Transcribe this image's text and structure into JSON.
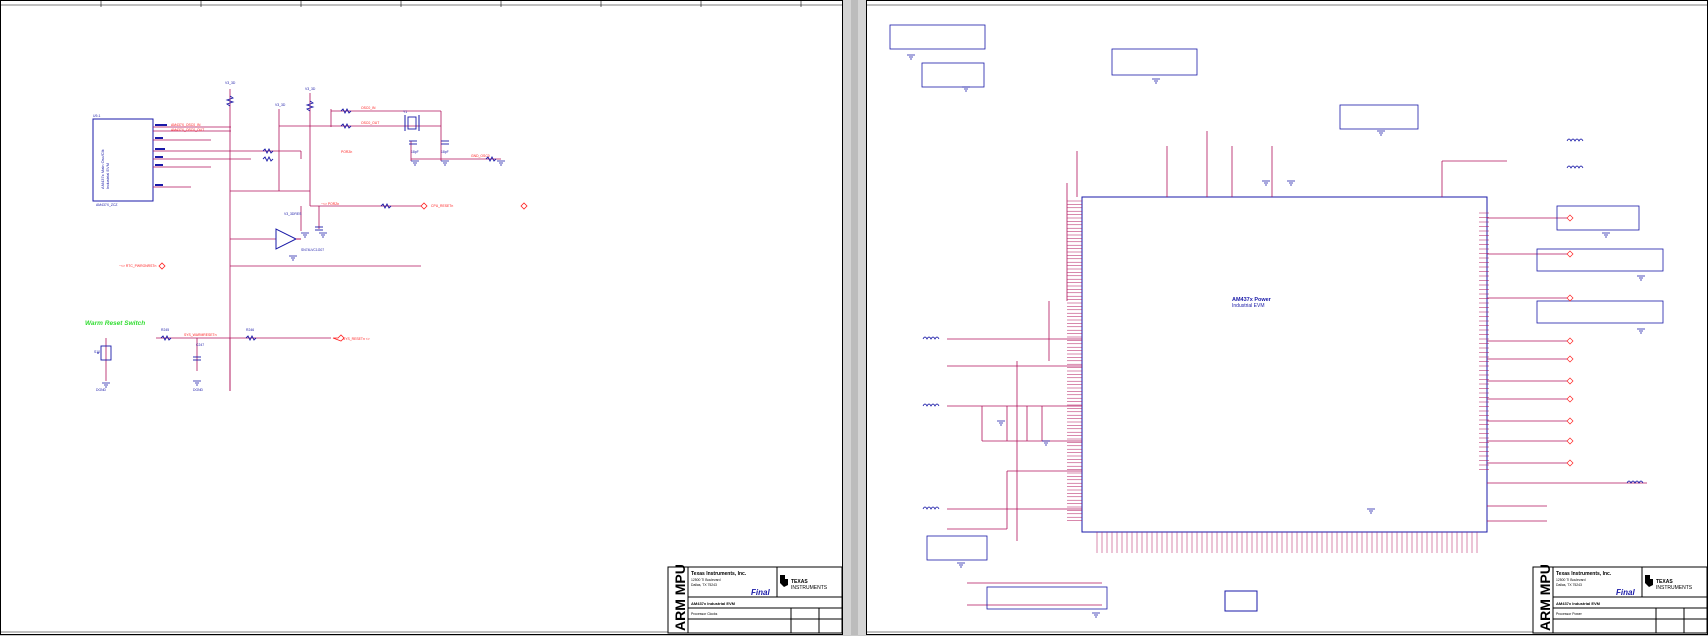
{
  "left_sheet": {
    "block_title": "Warm Reset Switch",
    "ic_label_1": "AM437x Main Osc/Clk",
    "ic_label_2": "Industrial EVM",
    "title_block": {
      "vertical_title": "ARM MPU",
      "company": "Texas Instruments, Inc.",
      "address_1": "12500 TI Boulevard",
      "address_2": "Dallas, TX 75243",
      "status": "Final",
      "board": "AM437x Industrial EVM",
      "page_name": "Processor Clocks",
      "logo_line_1": "TEXAS",
      "logo_line_2": "INSTRUMENTS"
    }
  },
  "right_sheet": {
    "center_title_1": "AM437x Power",
    "center_title_2": "Industrial EVM",
    "title_block": {
      "vertical_title": "ARM MPU",
      "company": "Texas Instruments, Inc.",
      "address_1": "12500 TI Boulevard",
      "address_2": "Dallas, TX 75243",
      "status": "Final",
      "board": "AM437x Industrial EVM",
      "page_name": "Processor Power",
      "logo_line_1": "TEXAS",
      "logo_line_2": "INSTRUMENTS"
    }
  },
  "colors": {
    "wire": "#b0125b",
    "part": "#1a1aa8",
    "net_red": "#ff2020",
    "block_green": "#33dd33",
    "title_blue": "#1a1aa8"
  }
}
